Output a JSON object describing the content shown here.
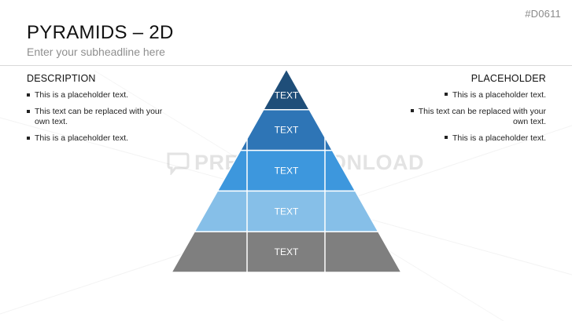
{
  "code": "#D0611",
  "title": "PYRAMIDS – 2D",
  "subtitle": "Enter your subheadline here",
  "left_column": {
    "heading": "DESCRIPTION",
    "bullets": [
      "This is a placeholder text.",
      "This text can be replaced with your own text.",
      "This is a placeholder text."
    ]
  },
  "right_column": {
    "heading": "PLACEHOLDER",
    "bullets": [
      "This is a placeholder text.",
      "This text can be replaced with your own text.",
      "This is a placeholder text."
    ]
  },
  "watermark": "PRESENTATIONLOAD",
  "pyramid": {
    "levels": [
      {
        "label": "TEXT",
        "color": "#1f4e79"
      },
      {
        "label": "TEXT",
        "color": "#2e75b6"
      },
      {
        "label": "TEXT",
        "color": "#3d97dd"
      },
      {
        "label": "TEXT",
        "color": "#86bfe8"
      },
      {
        "label": "TEXT",
        "color": "#7f7f7f"
      }
    ]
  }
}
